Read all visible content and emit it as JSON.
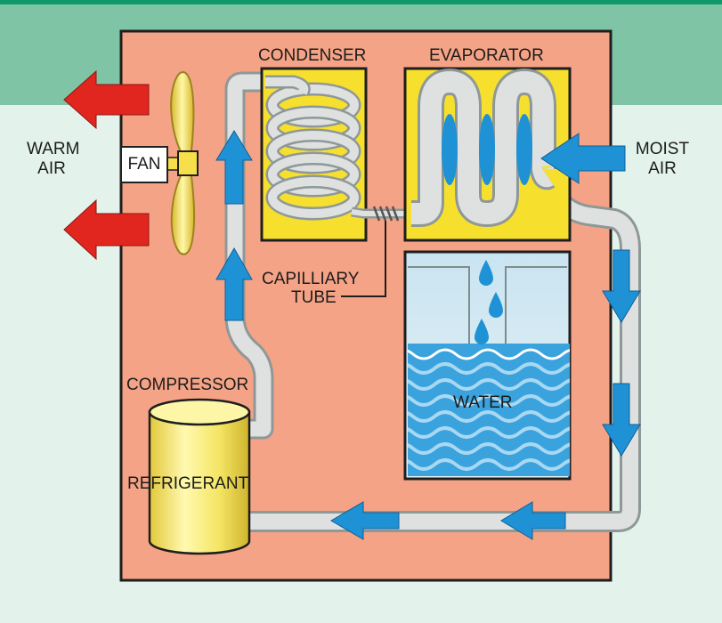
{
  "labels": {
    "condenser": "CONDENSER",
    "evaporator": "EVAPORATOR",
    "warm_air_1": "WARM",
    "warm_air_2": "AIR",
    "moist_air_1": "MOIST",
    "moist_air_2": "AIR",
    "fan": "FAN",
    "capillary_1": "CAPILLIARY",
    "capillary_2": "TUBE",
    "compressor": "COMPRESSOR",
    "refrigerant": "REFRIGERANT",
    "water": "WATER"
  },
  "colors": {
    "background": "#e3f3ec",
    "header_band": "#7fc4a4",
    "top_stripe": "#0e9a6a",
    "housing": "#f5a386",
    "outline": "#1e1e1e",
    "pipe": "#dfe1e1",
    "coil_box": "#f7e02d",
    "flow_arrow": "#1f92d6",
    "hot_air_arrow": "#e1261f",
    "water": "#3aa2dd",
    "compressor": "#f6ed6c",
    "fan_blade": "#f7e56a"
  }
}
